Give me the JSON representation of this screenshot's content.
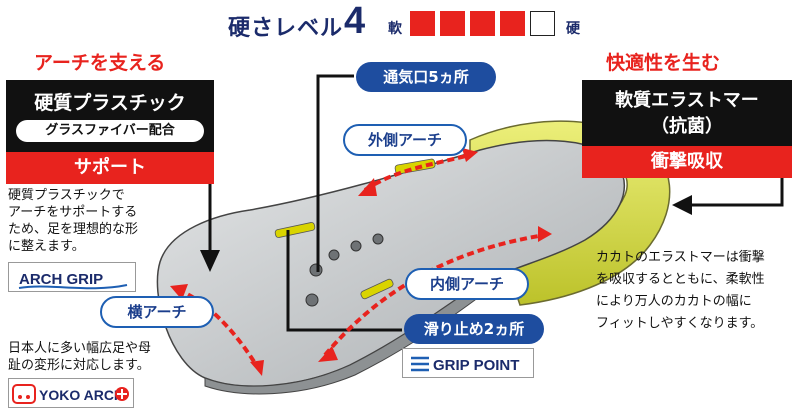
{
  "hardness": {
    "label": "硬さレベル",
    "level": "4",
    "soft_label": "軟",
    "hard_label": "硬",
    "max_level": 5,
    "filled": 4
  },
  "left": {
    "heading": "アーチを支える",
    "material": "硬質プラスチック",
    "material_sub": "グラスファイバー配合",
    "role": "サポート",
    "desc": [
      "硬質プラスチックで",
      "アーチをサポートする",
      "ため、足を理想的な形",
      "に整えます。"
    ],
    "logo": "ARCH GRIP"
  },
  "right": {
    "heading": "快適性を生む",
    "material_line1": "軟質エラストマー",
    "material_line2": "（抗菌）",
    "role": "衝撃吸収",
    "desc": [
      "カカトのエラストマーは衝撃",
      "を吸収するとともに、柔軟性",
      "により万人のカカトの幅に",
      "フィットしやすくなります。"
    ]
  },
  "labels": {
    "vents": "通気口5ヵ所",
    "outer_arch": "外側アーチ",
    "inner_arch": "内側アーチ",
    "grip": "滑り止め2ヵ所",
    "transverse_arch": "横アーチ"
  },
  "bottom_left": {
    "desc": [
      "日本人に多い幅広足や母",
      "趾の変形に対応します。"
    ],
    "logo": "YOKO ARCH"
  },
  "grip_logo": "GRIP POINT",
  "colors": {
    "red": "#e8231e",
    "navy": "#1b2b6b",
    "blue": "#1e5fb3",
    "insole_gray": "#c9cbcc",
    "heel_yellow": "#e2e65a"
  }
}
